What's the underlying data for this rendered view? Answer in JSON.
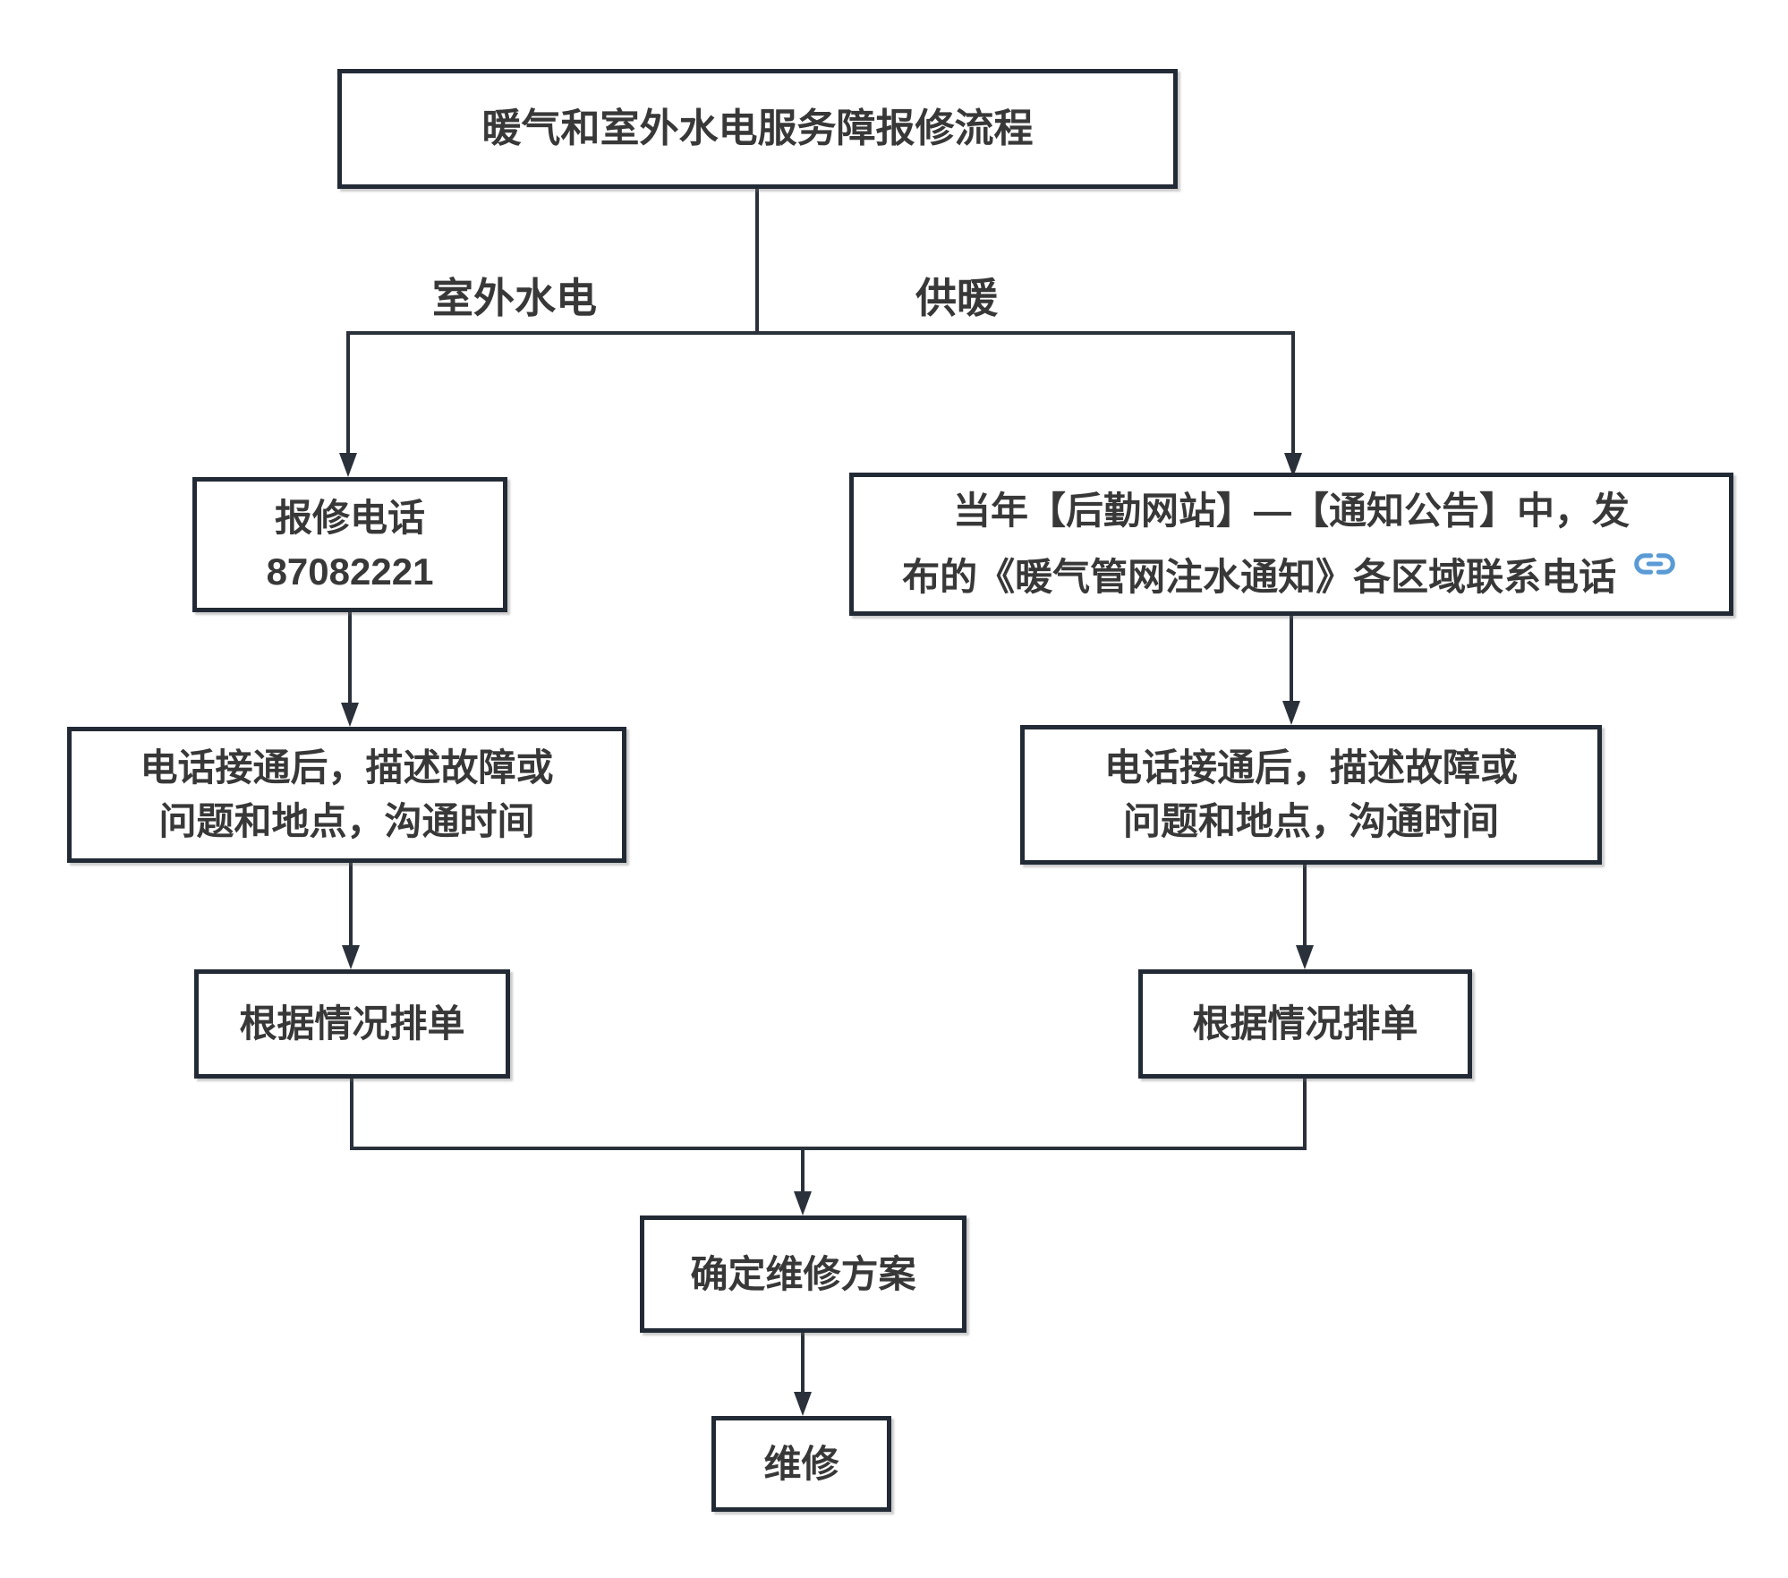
{
  "colors": {
    "border_line": "#222A35",
    "text": "#383838",
    "link_icon_blue": "#5B9BD5",
    "background": "#FFFFFF"
  },
  "icons": {
    "hyperlink_icon": "chain-link"
  },
  "flowchart": {
    "title": "暖气和室外水电服务障报修流程",
    "branches": {
      "left_label": "室外水电",
      "right_label": "供暖"
    },
    "nodes": {
      "report_phone": {
        "lines": [
          "报修电话",
          "87082221"
        ]
      },
      "heating_notice": {
        "lines": [
          "当年【后勤网站】—【通知公告】中，发",
          "布的《暖气管网注水通知》各区域联系电话"
        ]
      },
      "left_describe": {
        "lines": [
          "电话接通后，描述故障或",
          "问题和地点，沟通时间"
        ]
      },
      "right_describe": {
        "lines": [
          "电话接通后，描述故障或",
          "问题和地点，沟通时间"
        ]
      },
      "left_schedule": {
        "lines": [
          "根据情况排单"
        ]
      },
      "right_schedule": {
        "lines": [
          "根据情况排单"
        ]
      },
      "confirm_plan": {
        "lines": [
          "确定维修方案"
        ]
      },
      "repair": {
        "lines": [
          "维修"
        ]
      }
    }
  }
}
